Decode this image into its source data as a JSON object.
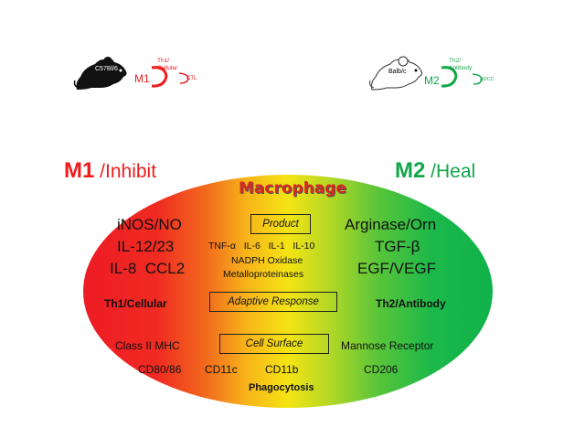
{
  "top": {
    "m1": {
      "mouse_label": "C57Bl/6",
      "code": "M1",
      "th_label": "Th1/ Cellular",
      "ctl": "CTL"
    },
    "m2": {
      "mouse_label": "Balb/c",
      "code": "M2",
      "th_label": "Th2/ Antibody",
      "adcc": "ADCC"
    }
  },
  "headline": {
    "m1_code": "M1",
    "m1_word": " /Inhibit",
    "m2_code": "M2",
    "m2_word": " /Heal"
  },
  "diagram": {
    "title": "Macrophage",
    "left": {
      "line1": "iNOS/NO",
      "line2": "IL-12/23",
      "line3": "IL-8  CCL2",
      "th": "Th1/Cellular",
      "mhc": "Class II MHC",
      "cd": "CD80/86"
    },
    "right": {
      "line1": "Arginase/Orn",
      "line2": "TGF-β",
      "line3": "EGF/VEGF",
      "th": "Th2/Antibody",
      "receptor": "Mannose Receptor",
      "cd": "CD206"
    },
    "center": {
      "product": "Product",
      "cytokines": "TNF-α   IL-6   IL-1   IL-10",
      "nadph": "NADPH Oxidase",
      "metallo": "Metalloproteinases",
      "adaptive": "Adaptive Response",
      "cell_surface": "Cell Surface",
      "cd11c": "CD11c",
      "cd11b": "CD11b",
      "phagocytosis": "Phagocytosis"
    }
  },
  "colors": {
    "m1": "#ee1c1c",
    "m2": "#13a64a"
  }
}
